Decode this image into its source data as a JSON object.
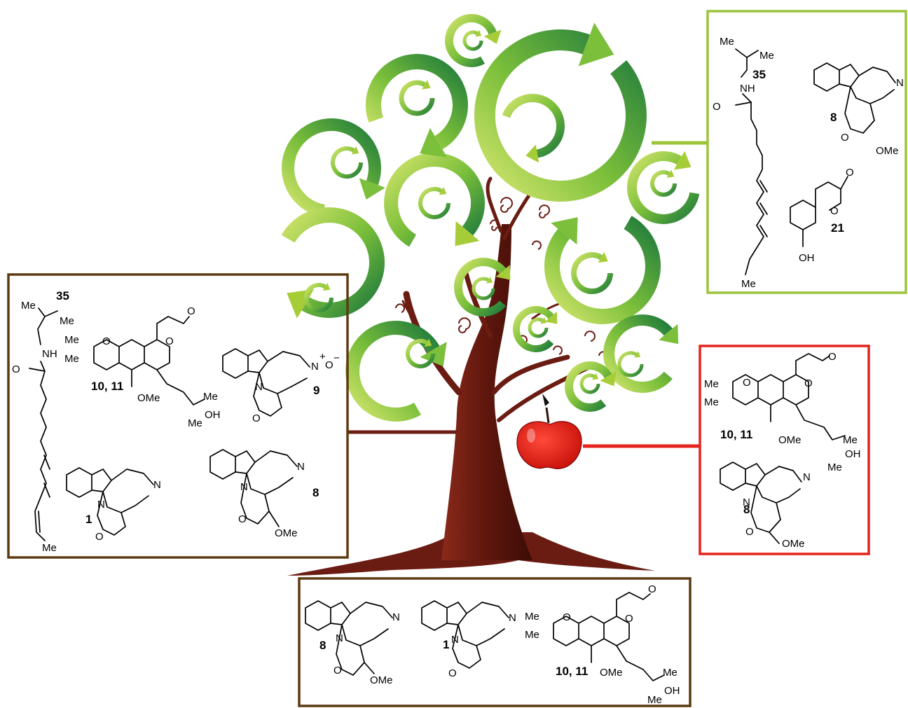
{
  "colors": {
    "leaf_light": "#a6cd37",
    "leaf_mid": "#5aa632",
    "leaf_dark": "#1e7a3c",
    "trunk": "#6b1c12",
    "trunk_dark": "#4a120a",
    "apple": "#e01b12",
    "box_brown": "#5c3a12",
    "box_green": "#9bc43a",
    "box_red": "#e4241d"
  },
  "icons": [
    "tree-icon",
    "circular-arrow-icon",
    "apple-icon",
    "root-icon"
  ],
  "boxes": {
    "leaves": {
      "compounds": [
        "35",
        "8",
        "21"
      ],
      "atoms": {
        "me1": "Me",
        "me2": "Me",
        "nh": "NH",
        "o_amide": "O",
        "me_end": "Me",
        "n_ring": "N",
        "o_lactam": "O",
        "ome": "OMe",
        "o_coum": "O",
        "o_coum2": "O",
        "oh": "OH"
      }
    },
    "fruit": {
      "compounds": [
        "10, 11",
        "8"
      ],
      "atoms": {
        "me1": "Me",
        "me2": "Me",
        "o_pyran": "O",
        "o_lac": "O",
        "o_carb": "O",
        "ome": "OMe",
        "me3": "Me",
        "oh": "OH",
        "me4": "Me",
        "n_ring": "N",
        "n_ring2": "N",
        "o_lactam": "O",
        "ome2": "OMe"
      }
    },
    "stem": {
      "compounds": [
        "35",
        "10, 11",
        "9",
        "1",
        "8"
      ],
      "atoms": {
        "me1": "Me",
        "me2": "Me",
        "nh": "NH",
        "o_amide": "O",
        "me_end": "Me",
        "me3": "Me",
        "me4": "Me",
        "o_pyran": "O",
        "o_lac": "O",
        "o_carb": "O",
        "ome": "OMe",
        "me5": "Me",
        "oh": "OH",
        "me6": "Me",
        "n9a": "N",
        "n9b": "N",
        "plus": "+",
        "o9": "O",
        "minus": "−",
        "o9b": "O",
        "n1a": "N",
        "n1b": "N",
        "o1": "O",
        "n8a": "N",
        "n8b": "N",
        "o8": "O",
        "ome8": "OMe"
      }
    },
    "root": {
      "compounds": [
        "8",
        "1",
        "10, 11"
      ],
      "atoms": {
        "n8a": "N",
        "n8b": "N",
        "o8": "O",
        "ome8": "OMe",
        "n1a": "N",
        "n1b": "N",
        "o1": "O",
        "me1": "Me",
        "me2": "Me",
        "o_pyran": "O",
        "o_lac": "O",
        "o_carb": "O",
        "ome": "OMe",
        "me3": "Me",
        "oh": "OH",
        "me4": "Me"
      }
    }
  }
}
